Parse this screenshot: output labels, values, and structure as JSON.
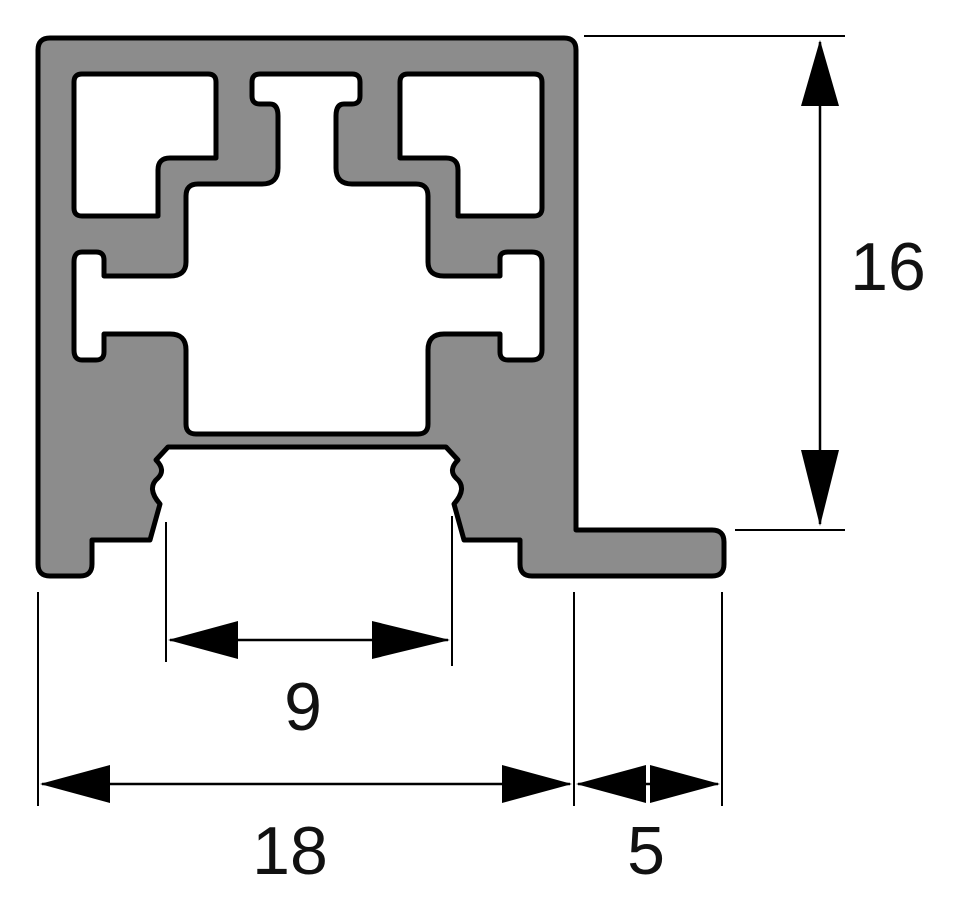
{
  "diagram": {
    "colors": {
      "profile_fill": "#8c8c8c",
      "outline": "#000000",
      "background": "#ffffff"
    },
    "dimensions": {
      "height": "16",
      "slot_width": "9",
      "body_width": "18",
      "flange_width": "5"
    }
  }
}
